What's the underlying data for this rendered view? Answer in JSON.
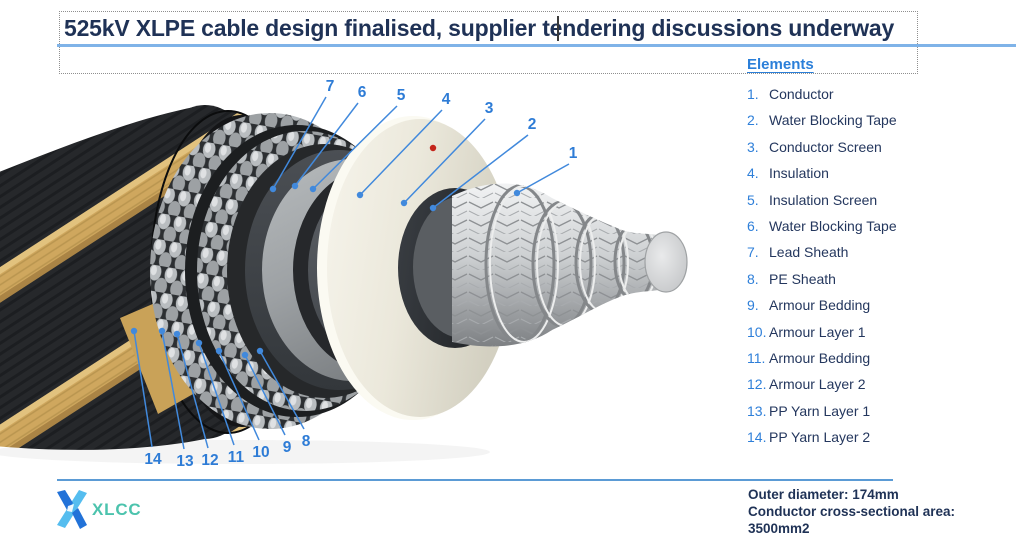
{
  "slide": {
    "title": "525kV XLPE cable design finalised, supplier tendering discussions underway",
    "elements_panel": {
      "heading": "Elements",
      "items": [
        {
          "num": "1.",
          "label": "Conductor"
        },
        {
          "num": "2.",
          "label": "Water Blocking Tape"
        },
        {
          "num": "3.",
          "label": "Conductor Screen"
        },
        {
          "num": "4.",
          "label": "Insulation"
        },
        {
          "num": "5.",
          "label": "Insulation Screen"
        },
        {
          "num": "6.",
          "label": "Water Blocking Tape"
        },
        {
          "num": "7.",
          "label": "Lead Sheath"
        },
        {
          "num": "8.",
          "label": "PE Sheath"
        },
        {
          "num": "9.",
          "label": "Armour Bedding"
        },
        {
          "num": "10.",
          "label": "Armour Layer 1"
        },
        {
          "num": "11.",
          "label": "Armour Bedding"
        },
        {
          "num": "12.",
          "label": "Armour Layer 2"
        },
        {
          "num": "13.",
          "label": "PP Yarn Layer 1"
        },
        {
          "num": "14.",
          "label": "PP Yarn Layer 2"
        }
      ]
    },
    "callouts": [
      "1",
      "2",
      "3",
      "4",
      "5",
      "6",
      "7",
      "8",
      "9",
      "10",
      "11",
      "12",
      "13",
      "14"
    ],
    "footer": {
      "logo_text": "XLCC",
      "line1": "Outer diameter: 174mm",
      "line2": "Conductor cross-sectional area: 3500mm2"
    },
    "colors": {
      "navy": "#1F3256",
      "accent_blue": "#2E7FD9",
      "leader_blue": "#4189DC",
      "divider_light_blue": "#7FB3E8",
      "divider_footer_blue": "#5B9BD5",
      "logo_teal": "#4CC3AD",
      "yarn_gold": "#CFA75E",
      "insulation_cream": "#EFECE0",
      "red_dot": "#C4251B"
    }
  }
}
